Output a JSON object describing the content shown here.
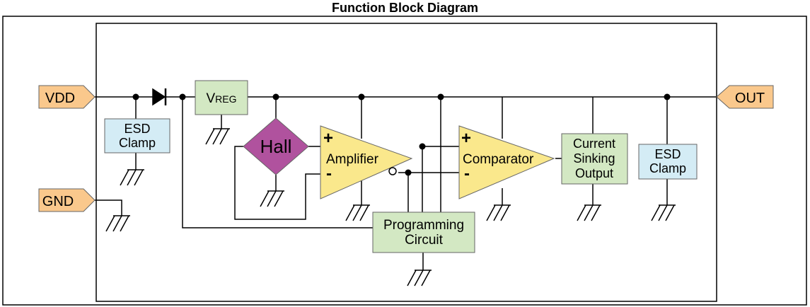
{
  "title": "Function Block Diagram",
  "pins": {
    "vdd": "VDD",
    "gnd": "GND",
    "out": "OUT"
  },
  "blocks": {
    "esd_left": [
      "ESD",
      "Clamp"
    ],
    "esd_right": [
      "ESD",
      "Clamp"
    ],
    "vreg": {
      "main": "V",
      "sub": "REG"
    },
    "hall": "Hall",
    "amplifier": "Amplifier",
    "comparator": "Comparator",
    "current_sinking": [
      "Current",
      "Sinking",
      "Output"
    ],
    "programming": [
      "Programming",
      "Circuit"
    ]
  },
  "symbols": {
    "plus": "+",
    "minus": "-"
  },
  "colors": {
    "pin_fill": "#FAC88C",
    "esd_fill": "#D4ECF5",
    "green_fill": "#D3E8C3",
    "hall_fill": "#B0529E",
    "triangle_fill": "#FAE88C"
  }
}
